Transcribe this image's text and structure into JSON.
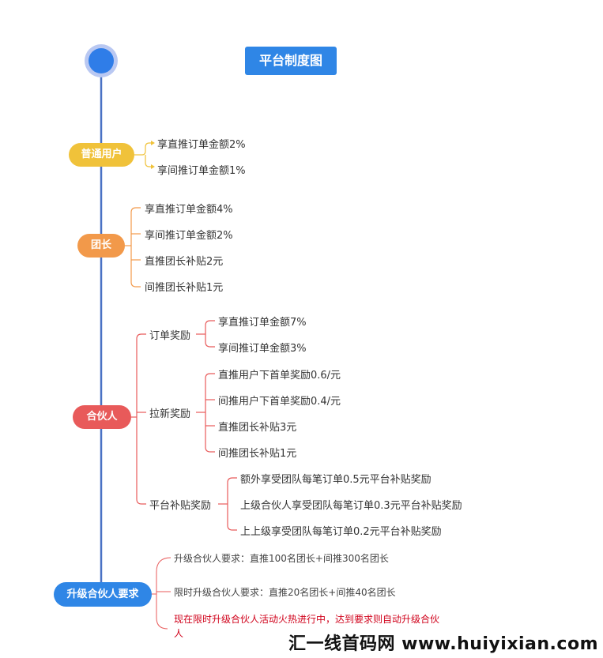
{
  "title": "平台制度图",
  "stages": {
    "normal_user": {
      "label": "普通用户",
      "color": "#f0c23a",
      "items": [
        "享直推订单金额2%",
        "享间推订单金额1%"
      ]
    },
    "group_leader": {
      "label": "团长",
      "color": "#f2994a",
      "items": [
        "享直推订单金额4%",
        "享间推订单金额2%",
        "直推团长补贴2元",
        "间推团长补贴1元"
      ]
    },
    "partner": {
      "label": "合伙人",
      "color": "#e85a5a",
      "groups": [
        {
          "label": "订单奖励",
          "items": [
            "享直推订单金额7%",
            "享间推订单金额3%"
          ]
        },
        {
          "label": "拉新奖励",
          "items": [
            "直推用户下首单奖励0.6/元",
            "间推用户下首单奖励0.4/元",
            "直推团长补贴3元",
            "间推团长补贴1元"
          ]
        },
        {
          "label": "平台补贴奖励",
          "items": [
            "额外享受团队每笔订单0.5元平台补贴奖励",
            "上级合伙人享受团队每笔订单0.3元平台补贴奖励",
            "上上级享受团队每笔订单0.2元平台补贴奖励"
          ]
        }
      ]
    },
    "upgrade": {
      "label": "升级合伙人要求",
      "color": "#2f86e6",
      "notes": [
        "升级合伙人要求：直推100名团长+间推300名团长",
        "限时升级合伙人要求：直推20名团长+间推40名团长"
      ],
      "highlight": "现在限时升级合伙人活动火热进行中，达到要求则自动升级合伙人"
    }
  },
  "watermark": "汇一线首码网 www.huiyixian.com"
}
